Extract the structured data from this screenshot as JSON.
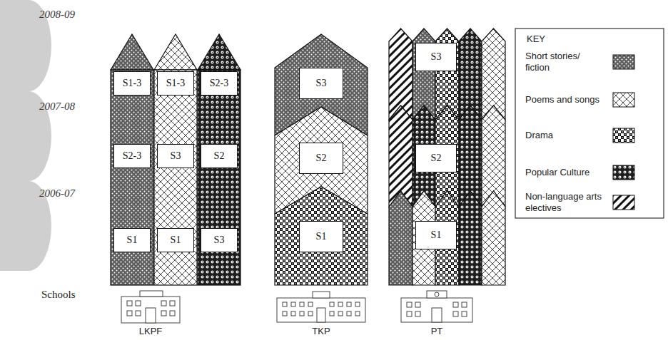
{
  "diagram": {
    "nodes": [
      {
        "text": [
          "S1-3"
        ]
      },
      {
        "text": [
          "S1-3"
        ]
      },
      {
        "text": [
          "S2-3"
        ]
      },
      {
        "text": [
          "S3"
        ]
      },
      {
        "text": [
          "S3"
        ]
      },
      {
        "text": [
          "S2-3"
        ]
      },
      {
        "text": [
          "S3"
        ]
      },
      {
        "text": [
          "S2"
        ]
      },
      {
        "text": [
          "S2"
        ]
      },
      {
        "text": [
          "S2"
        ]
      },
      {
        "text": [
          "S1"
        ]
      },
      {
        "text": [
          "S1"
        ]
      },
      {
        "text": [
          "S3"
        ]
      },
      {
        "text": [
          "S1"
        ]
      },
      {
        "text": [
          "S1"
        ]
      }
    ],
    "labels": [
      "2008-09",
      "2007-08",
      "2006-07",
      "Schools",
      "LKPF",
      "TKP",
      "PT",
      "KEY"
    ],
    "legend": [
      {
        "text": "Short stories/ fiction"
      },
      {
        "text": "Poems and songs"
      },
      {
        "text": "Drama"
      },
      {
        "text": "Popular Culture"
      },
      {
        "text": "Non-language arts electives"
      }
    ]
  }
}
